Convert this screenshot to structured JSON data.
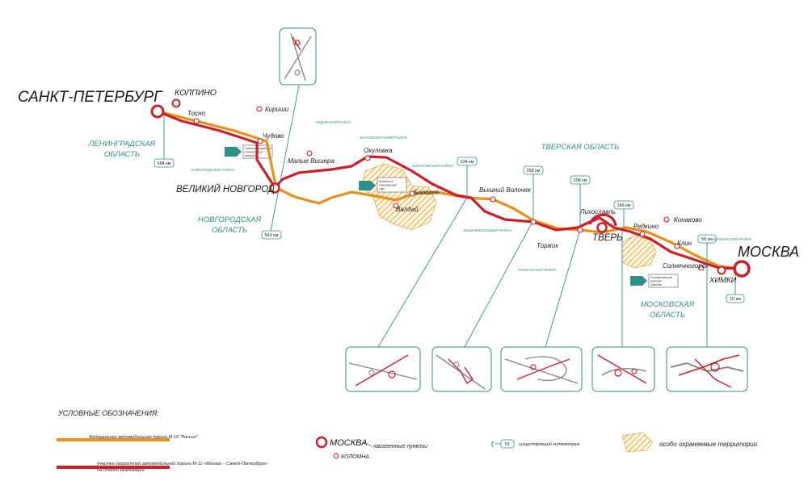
{
  "cities_major": [
    {
      "name": "САНКТ-ПЕТЕРБУРГ"
    },
    {
      "name": "МОСКВА"
    }
  ],
  "cities_regional": [
    {
      "name": "ВЕЛИКИЙ НОВГОРОД"
    },
    {
      "name": "ТВЕРЬ"
    },
    {
      "name": "КОЛПИНО"
    },
    {
      "name": "ХИМКИ"
    }
  ],
  "towns": [
    "Тосно",
    "Кириши",
    "Чудово",
    "Малые Вишера",
    "Окуловка",
    "Валдай",
    "Бологое",
    "Вышний Волочек",
    "Торжок",
    "Лихославль",
    "Редкино",
    "Конаково",
    "Клин",
    "Солнечногорск"
  ],
  "regions": [
    {
      "line1": "ЛЕНИНГРАДСКАЯ",
      "line2": "ОБЛАСТЬ"
    },
    {
      "line1": "НОВГОРОДСКАЯ",
      "line2": "ОБЛАСТЬ"
    },
    {
      "line1": "ТВЕРСКАЯ ОБЛАСТЬ",
      "line2": ""
    },
    {
      "line1": "МОСКОВСКАЯ",
      "line2": "ОБЛАСТЬ"
    }
  ],
  "districts": [
    "ЧУДОВСКИЙ РАЙОН",
    "МАЛОВИШЕРСКИЙ РАЙОН",
    "НОВГОРОДСКИЙ РАЙОН",
    "БОЛОГОВСКИЙ РАЙОН",
    "ВЫШНЕВОЛОЦКИЙ РАЙОН",
    "ТОРЖОКСКИЙ РАЙОН",
    "ХИМКИНСКИЙ РАЙОН"
  ],
  "reserves": [
    {
      "line1": "Чудовский природный",
      "line2": "биологический",
      "line3": "заказник"
    },
    {
      "line1": "Валдайский",
      "line2": "национальный",
      "line3": "парк"
    },
    {
      "line1": "Государственный",
      "line2": "комплекс",
      "line3": "Завидово"
    }
  ],
  "km_markers": [
    "684 км",
    "543 км",
    "334 км",
    "258 км",
    "208 км",
    "149 км",
    "58 км",
    "15 км"
  ],
  "legend": {
    "title": "УСЛОВНЫЕ ОБОЗНАЧЕНИЯ:",
    "m10": "Федеральная автомобильная дорога М-10 \"Россия\"",
    "m11_line1": "участки скоростной автомобильной дороги М-11 «Москва – Санкт-Петербург»",
    "m11_line2": "на стадии реализации",
    "city_example_big": "МОСКВА",
    "city_example_small": "КОЛОМНА",
    "settlements": "населенные пункты",
    "km_example": "51",
    "km_label": "существующий километраж",
    "protected": "особо охраняемые территории"
  },
  "colors": {
    "m10": "#e8901a",
    "m11": "#cc1f2a",
    "teal": "#2f8f8a",
    "reserve": "#e8a93a"
  }
}
